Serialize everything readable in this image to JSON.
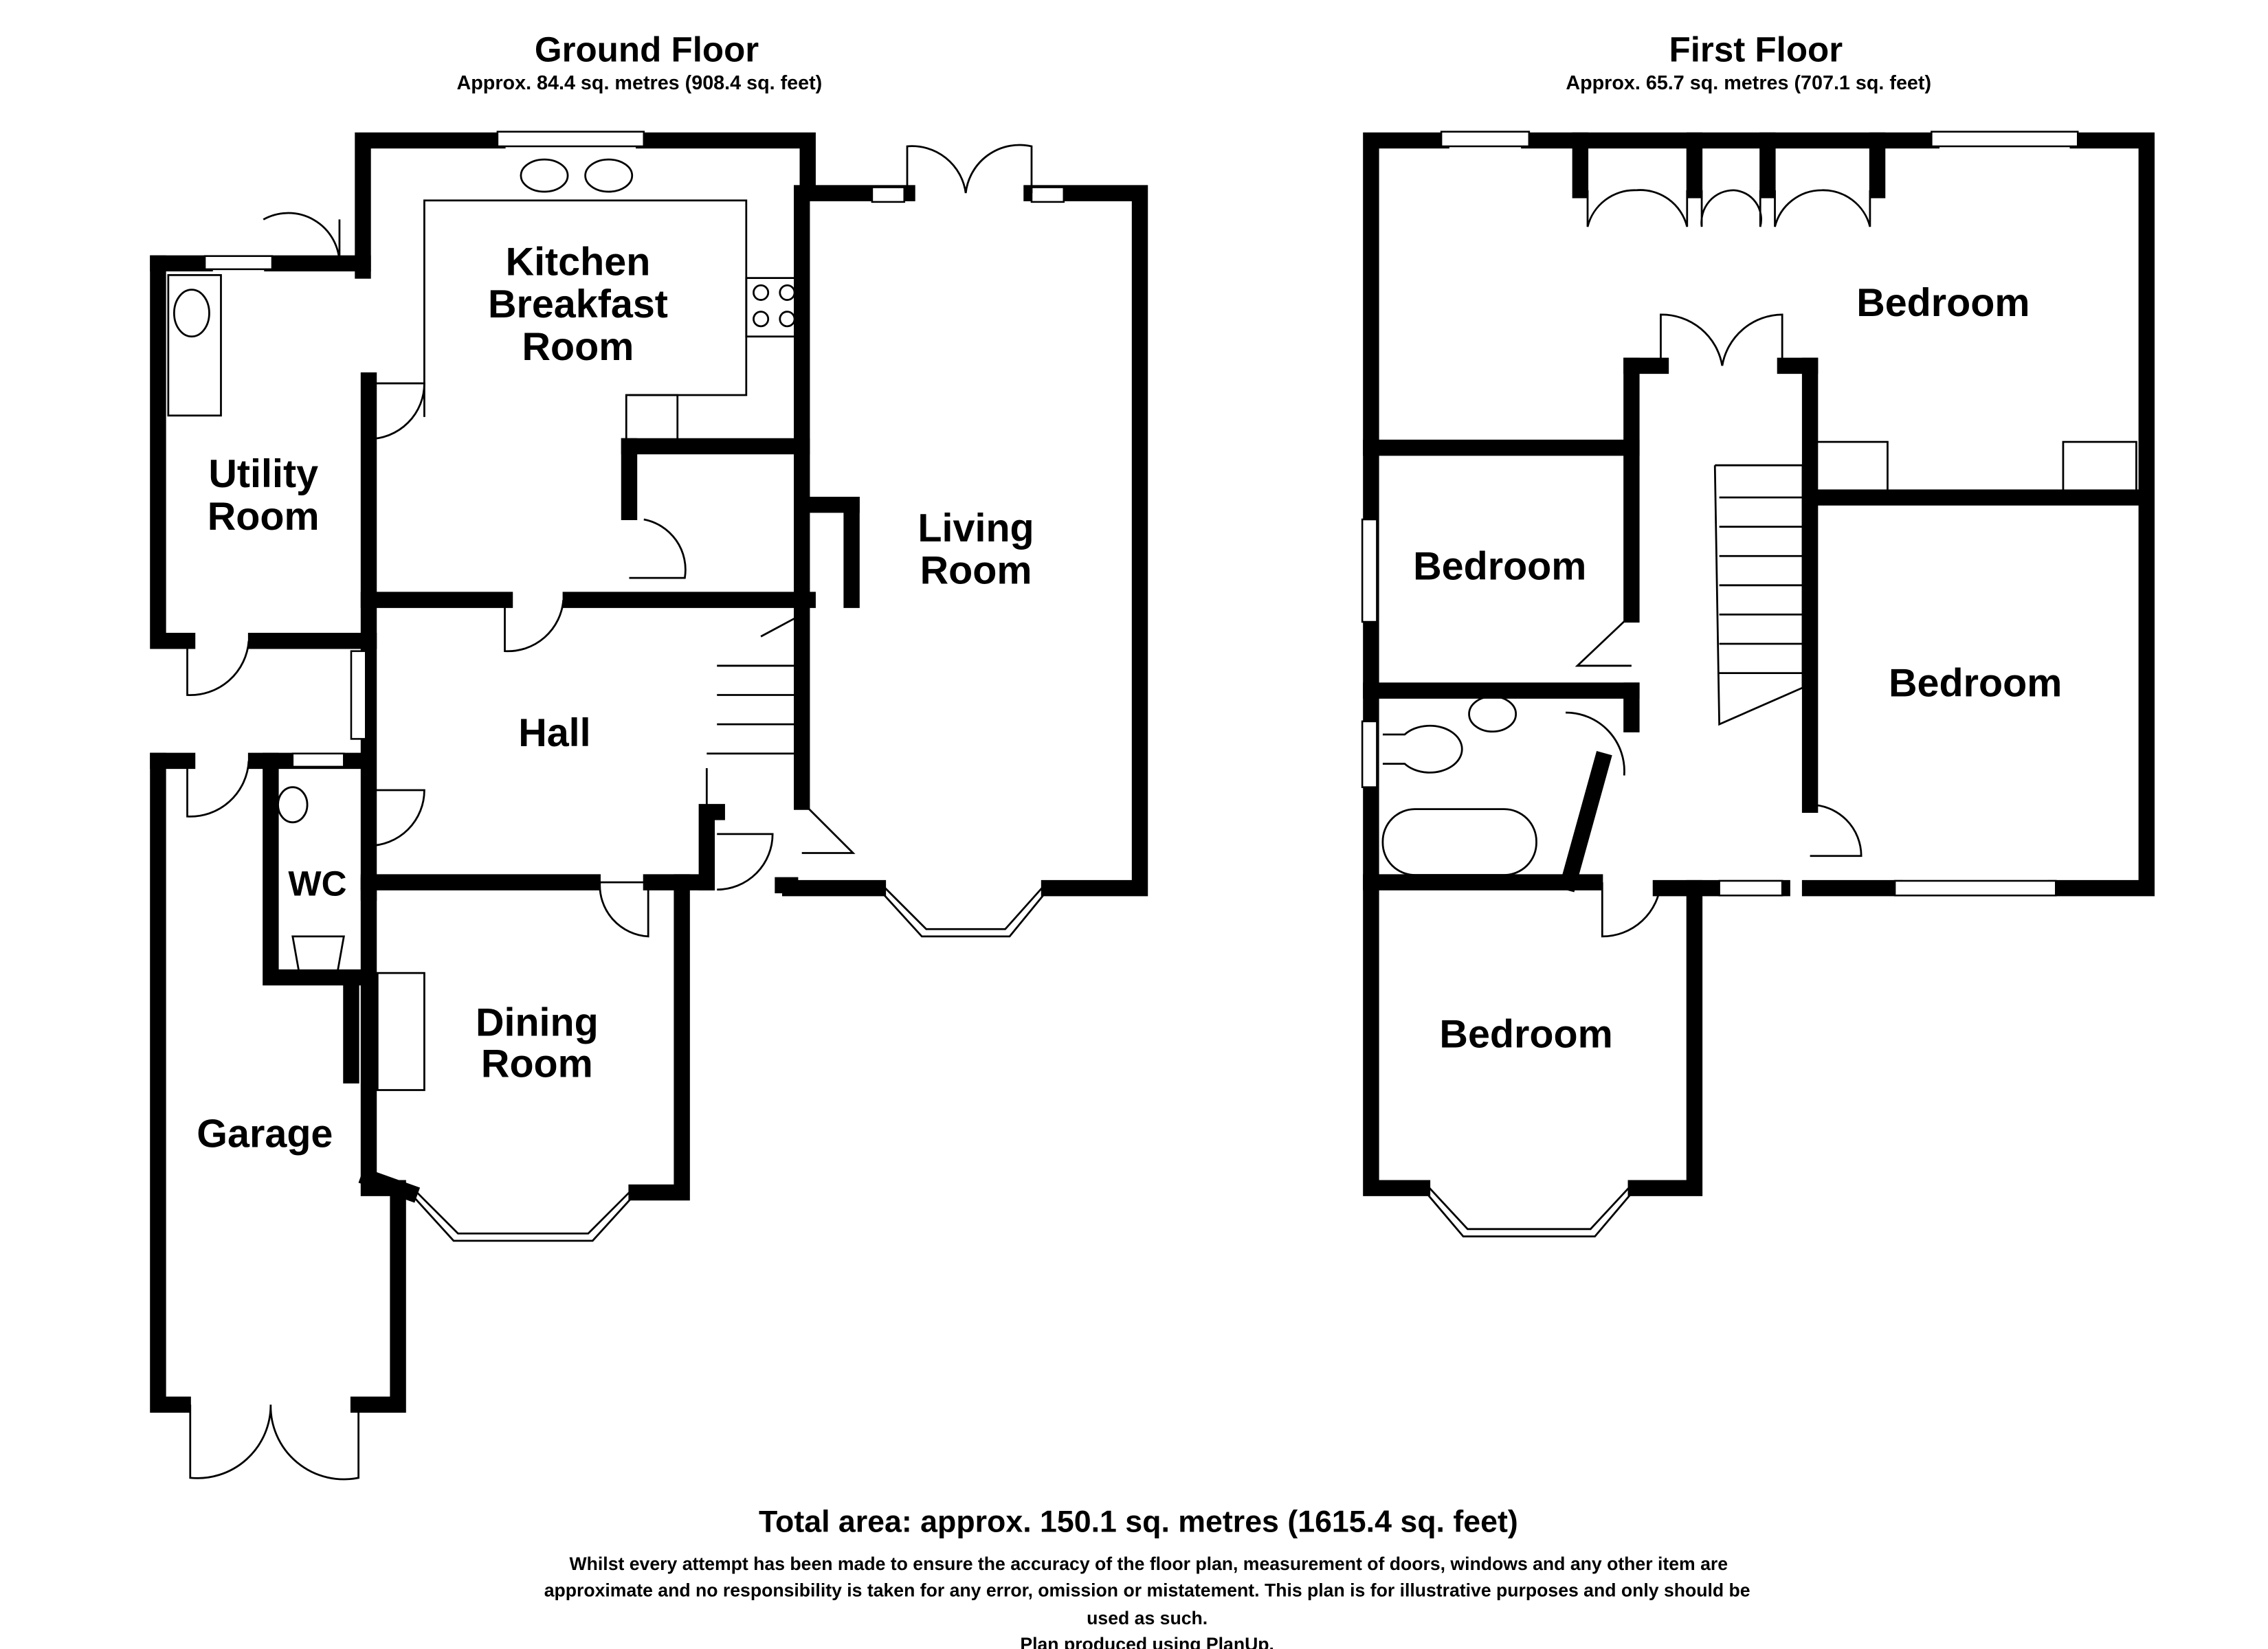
{
  "ground_floor": {
    "title": "Ground Floor",
    "area": "Approx. 84.4 sq. metres (908.4 sq. feet)",
    "rooms": [
      "Kitchen",
      "Breakfast",
      "Room",
      "Utility",
      "Room",
      "Living",
      "Room",
      "Hall",
      "WC",
      "Dining",
      "Room",
      "Garage"
    ]
  },
  "first_floor": {
    "title": "First Floor",
    "area": "Approx. 65.7 sq. metres (707.1 sq. feet)",
    "rooms": [
      "Bedroom",
      "Bedroom",
      "Bedroom",
      "Bedroom"
    ]
  },
  "footer": {
    "total": "Total area: approx. 150.1 sq. metres (1615.4 sq. feet)",
    "disclaimer_1": "Whilst every attempt has been made to ensure the accuracy of the floor plan, measurement of doors, windows and any other item are",
    "disclaimer_2": "approximate and no responsibility is taken for any error, omission or mistatement.  This plan is for illustrative purposes and only should be",
    "disclaimer_3": "used as such.",
    "credit": "Plan produced using PlanUp."
  }
}
